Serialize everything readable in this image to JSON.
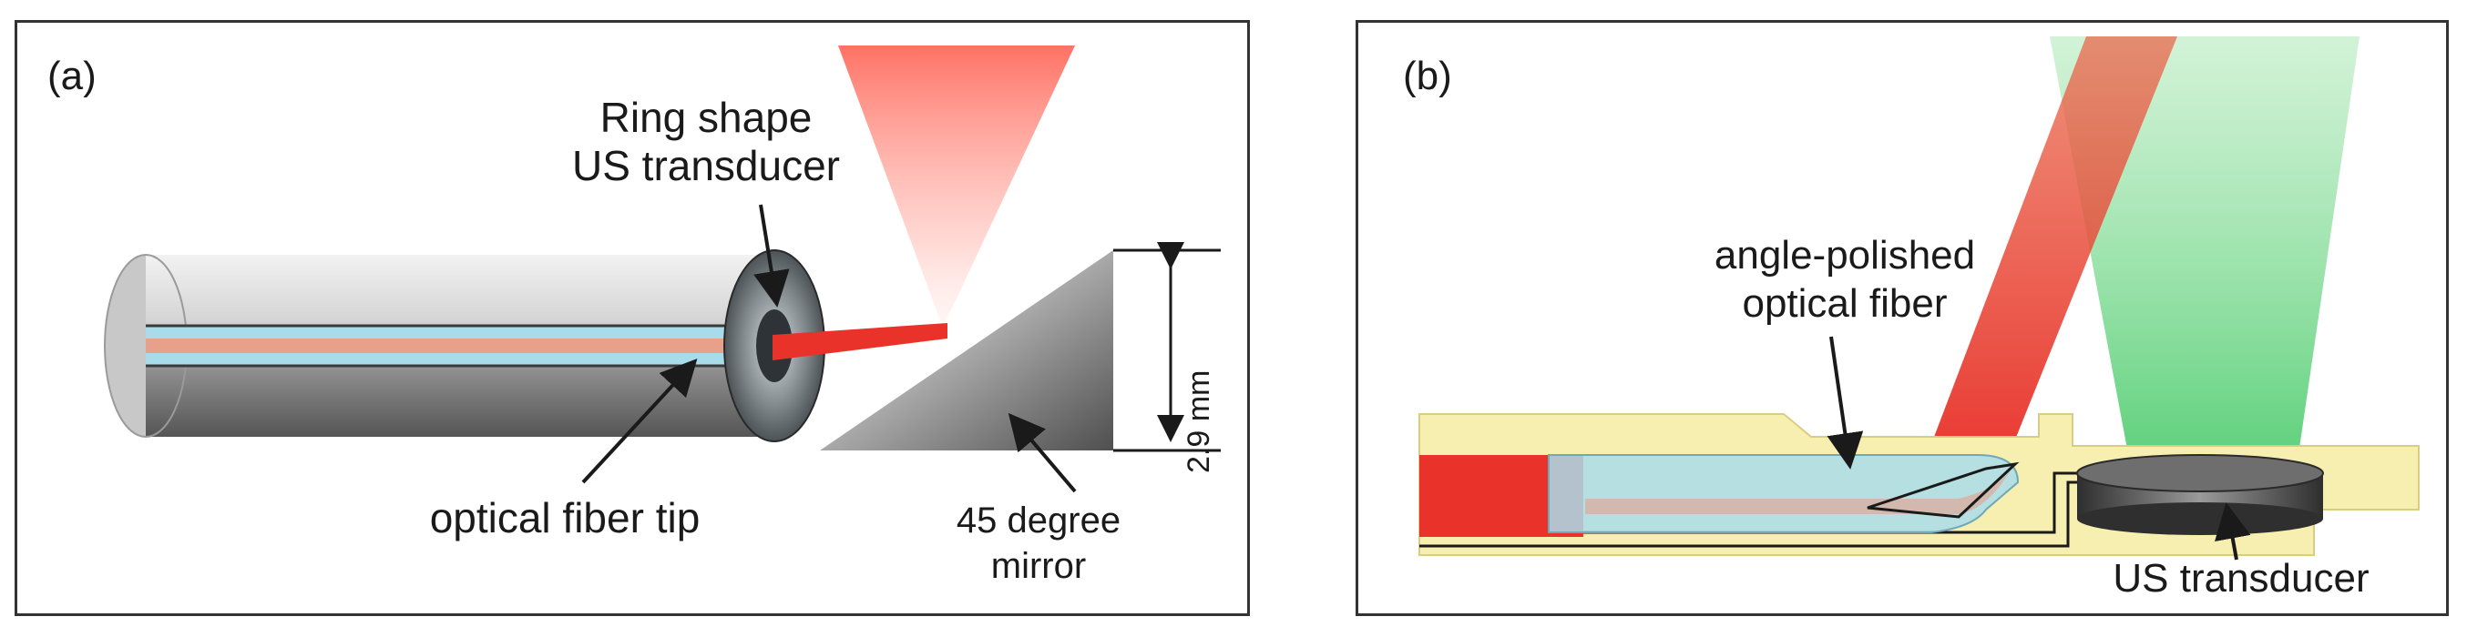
{
  "panel_a": {
    "label": "(a)",
    "ring_label_1": "Ring shape",
    "ring_label_2": "US transducer",
    "fiber_tip_label": "optical fiber tip",
    "mirror_label_1": "45 degree",
    "mirror_label_2": "mirror",
    "dimension_label": "2.9 mm"
  },
  "panel_b": {
    "label": "(b)",
    "fiber_label_1": "angle-polished",
    "fiber_label_2": "optical fiber",
    "transducer_label": "US transducer"
  },
  "colors": {
    "laser_red": "#e8322a",
    "ultrasound_green": "#3cc760",
    "housing_yellow": "#f7efb0",
    "fiber_blue": "#a9dcea",
    "metal_gray": "#7a7a7a"
  }
}
